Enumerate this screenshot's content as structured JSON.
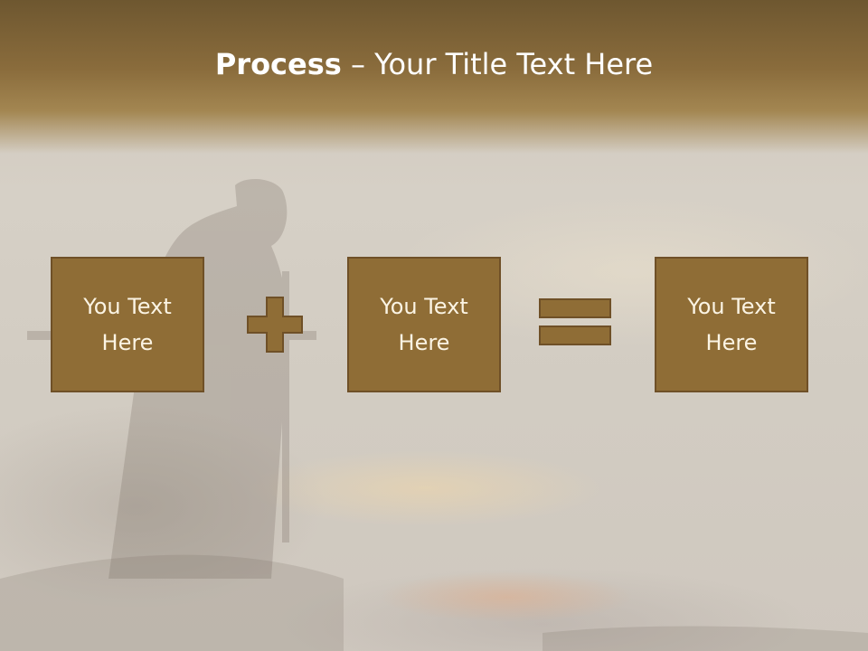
{
  "slide": {
    "title_bold": "Process",
    "title_rest": " – Your Title Text Here"
  },
  "boxes": [
    {
      "text": "You Text Here"
    },
    {
      "text": "You Text Here"
    },
    {
      "text": "You Text Here"
    }
  ],
  "operators": {
    "first": "plus-icon",
    "second": "equals-icon"
  },
  "colors": {
    "header": "#8a6c3c",
    "box_fill": "#8f6d36",
    "box_border": "#6f5027",
    "box_text": "#fbf4e4",
    "title_text": "#ffffff"
  }
}
